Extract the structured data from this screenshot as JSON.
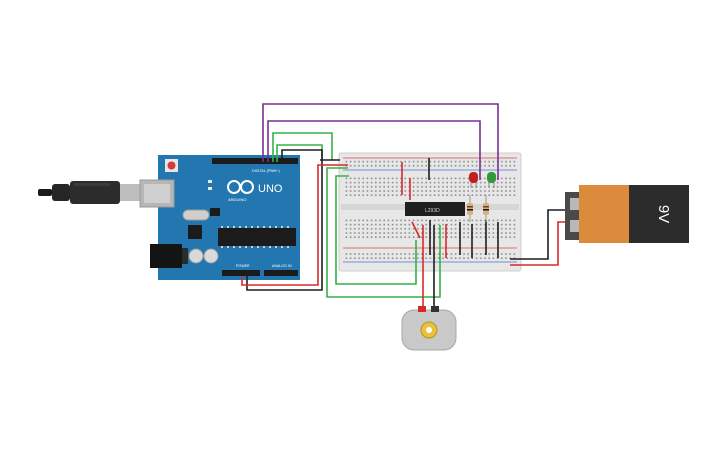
{
  "arduino": {
    "model_label": "UNO",
    "brand_label": "ARDUINO",
    "digital_header_label": "DIGITAL (PWM~)",
    "power_header_label": "POWER",
    "analog_header_label": "ANALOG IN"
  },
  "driver_chip": {
    "label": "L293D"
  },
  "battery": {
    "label": "9V"
  },
  "leds": [
    {
      "color": "#c0201a"
    },
    {
      "color": "#2f9a3a"
    }
  ],
  "wire_colors": {
    "purple": "#7a2f8f",
    "green": "#35b24a",
    "red": "#d62a2a",
    "black": "#1e1e1e"
  }
}
